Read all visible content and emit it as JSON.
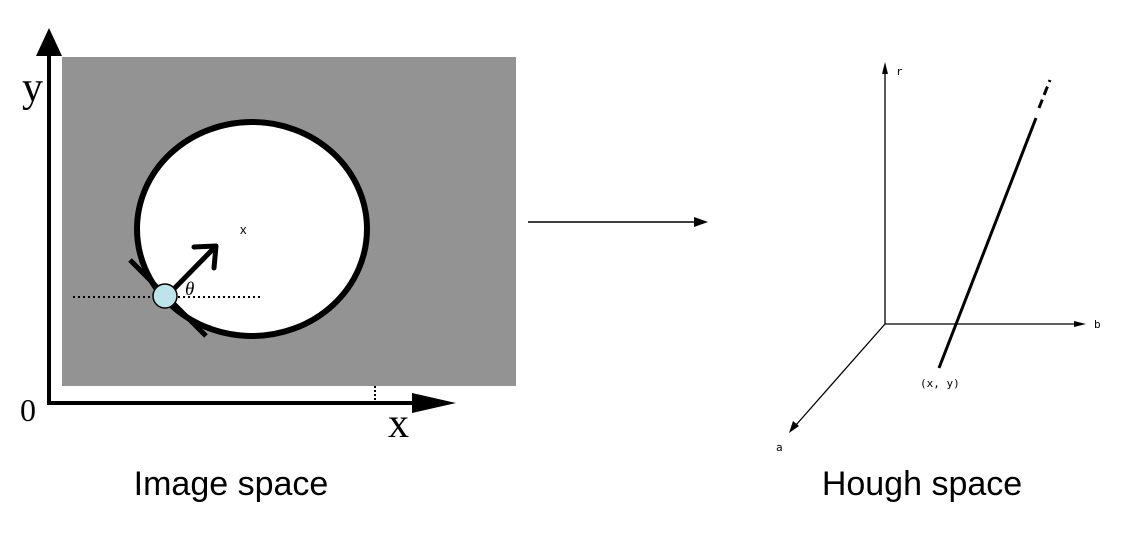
{
  "image_space": {
    "caption": "Image space",
    "axis_y_label": "y",
    "axis_x_label": "x",
    "origin_label": "0",
    "center_mark": "x",
    "angle_label": "θ",
    "colors": {
      "background": "#939393",
      "circle_fill": "#ffffff",
      "edge_point": "#bfe3ea"
    }
  },
  "hough_space": {
    "caption": "Hough space",
    "axis_r_label": "r",
    "axis_b_label": "b",
    "axis_a_label": "a",
    "point_label": "(x, y)"
  }
}
